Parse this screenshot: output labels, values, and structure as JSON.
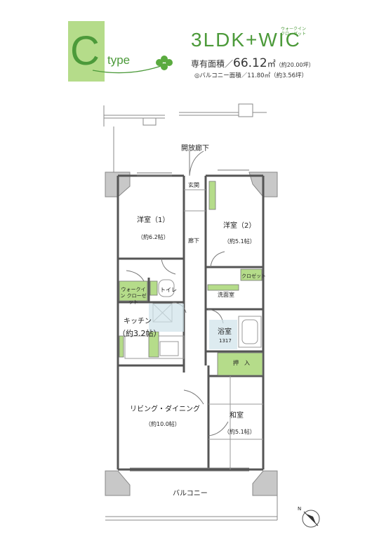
{
  "header": {
    "type_letter": "C",
    "type_word": "type",
    "layout_main": "3LDK+WIC",
    "layout_note": "ウォークイン クローゼット",
    "area_label": "専有面積／",
    "area_value": "66.12",
    "area_unit": "㎡",
    "area_tsubo": "（約20.00坪）",
    "balcony_area": "◎バルコニー面積／11.80㎡（約3.56坪）",
    "accent_color": "#4c9a3a"
  },
  "rooms": {
    "open_corridor": "開放廊下",
    "entrance": "玄関",
    "western1": "洋室（1）",
    "western1_size": "（約6.2帖）",
    "western2": "洋室（2）",
    "western2_size": "（約5.1帖）",
    "hallway": "廊下",
    "wic": "ウォークイン クローゼット",
    "toilet": "トイレ",
    "closet": "クロゼット",
    "washroom": "洗面室",
    "kitchen": "キッチン",
    "kitchen_size": "（約3.2帖）",
    "bath": "浴室",
    "bath_size": "1317",
    "storage": "押　入",
    "living": "リビング・ダイニング",
    "living_size": "（約10.0帖）",
    "japanese": "和室",
    "japanese_size": "（約5.1帖）",
    "balcony": "バルコニー",
    "north": "N"
  }
}
